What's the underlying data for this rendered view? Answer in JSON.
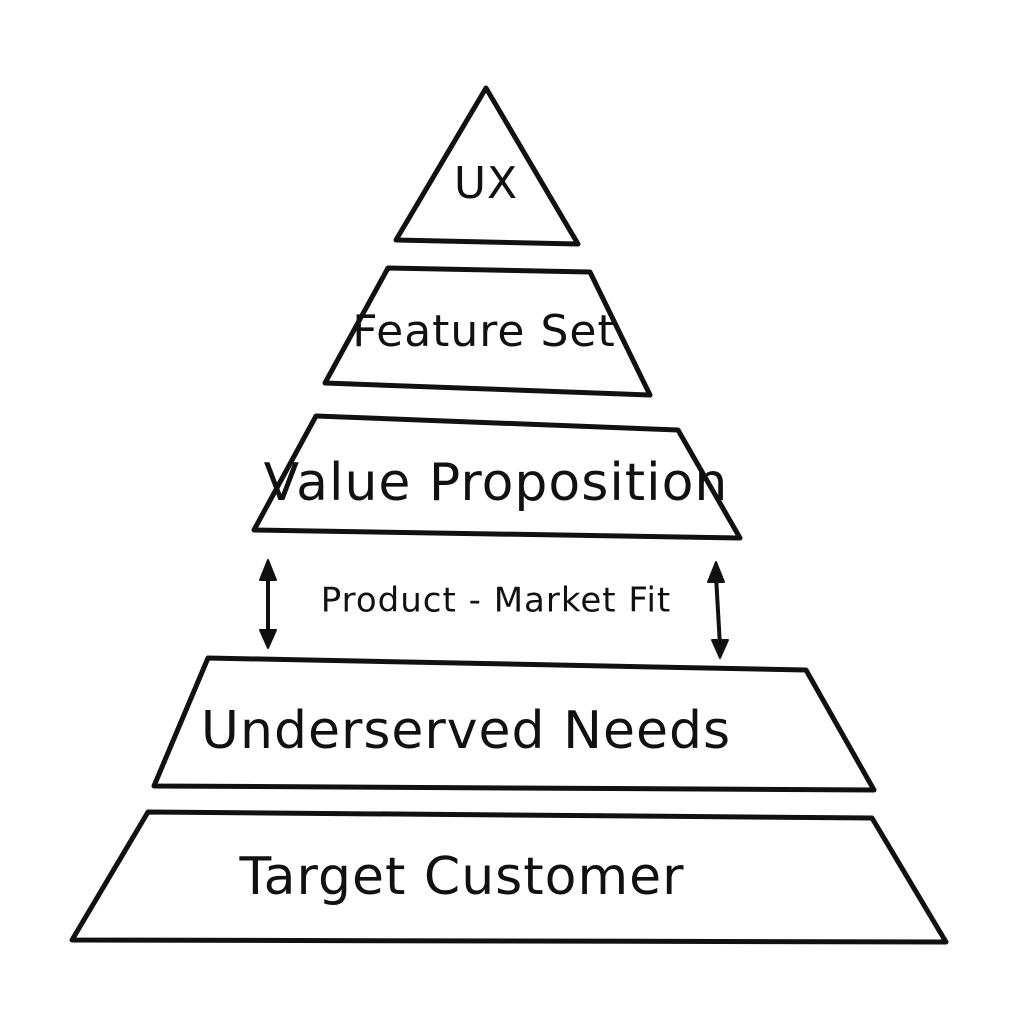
{
  "diagram": {
    "layers": [
      {
        "id": "ux",
        "label": "UX"
      },
      {
        "id": "feature-set",
        "label": "Feature Set"
      },
      {
        "id": "value-proposition",
        "label": "Value Proposition"
      },
      {
        "id": "underserved-needs",
        "label": "Underserved Needs"
      },
      {
        "id": "target-customer",
        "label": "Target Customer"
      }
    ],
    "gap_label": "Product - Market Fit",
    "colors": {
      "ink": "#111111",
      "background": "#ffffff"
    }
  }
}
